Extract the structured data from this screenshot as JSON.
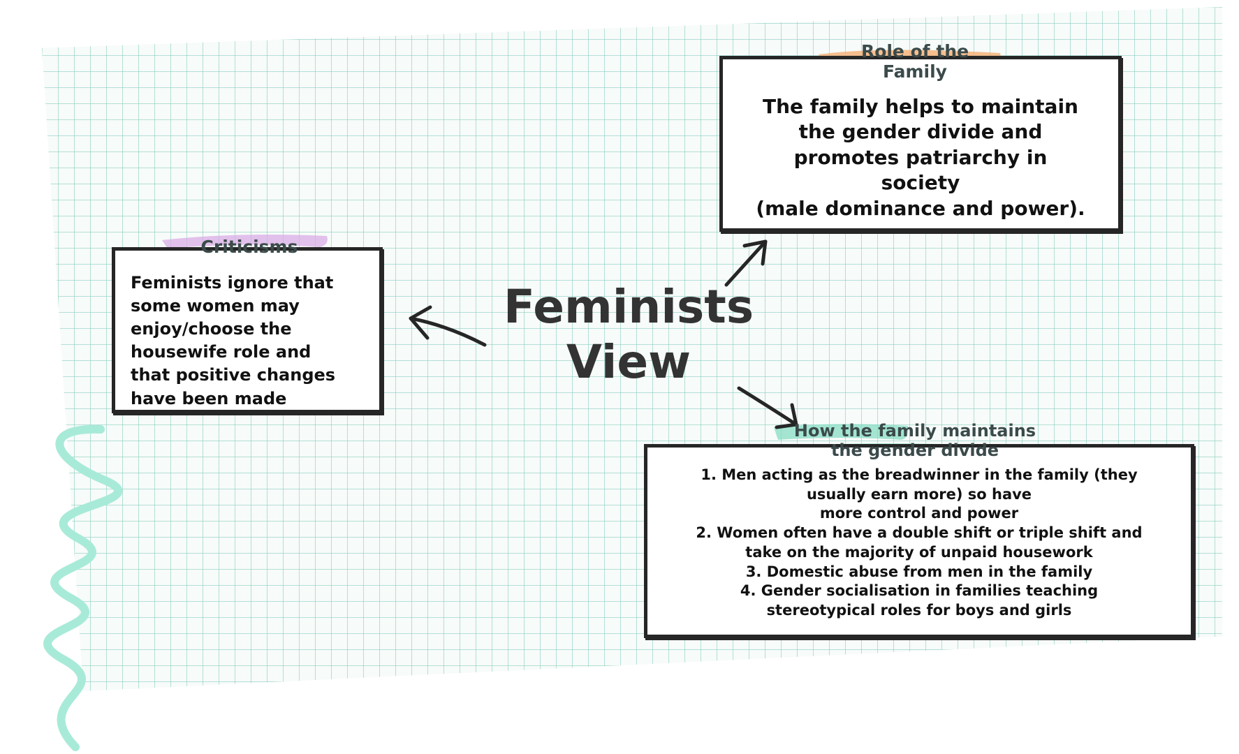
{
  "title": "Feminists\nView",
  "role_card": {
    "label": "Role of the\nFamily",
    "text": "The family helps to maintain\nthe gender divide and\npromotes patriarchy in\nsociety\n(male dominance and power).",
    "highlight_color": "#f6a96b"
  },
  "criticisms_card": {
    "label": "Criticisms",
    "text": "Feminists ignore that\nsome women may\nenjoy/choose the\nhousewife role and\nthat positive changes\nhave been made",
    "highlight_color": "#d7a8e6"
  },
  "maintains_card": {
    "label": "How the family maintains\nthe gender divide",
    "text": "1. Men acting as the breadwinner in the family (they\nusually earn more) so have\nmore control and power\n2. Women often have a double shift or triple shift and\ntake on the majority of unpaid housework\n3. Domestic abuse from men in the family\n4. Gender socialisation in families teaching\nstereotypical roles for boys and girls",
    "highlight_color": "#7fdcc0"
  },
  "colors": {
    "ink": "#262626",
    "grid": "#7dc8b9",
    "squiggle": "#a8ead8"
  }
}
